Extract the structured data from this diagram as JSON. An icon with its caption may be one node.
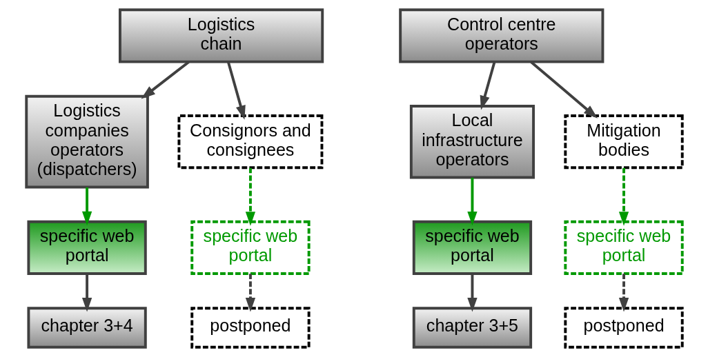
{
  "diagram": {
    "nodes": [
      {
        "text": [
          "Logistics chain"
        ]
      },
      {
        "text": [
          "Logistics companies operators (dispatchers)"
        ]
      },
      {
        "text": [
          "Consignors and consignees"
        ]
      },
      {
        "text": [
          "specific web portal"
        ]
      },
      {
        "text": [
          "specific web portal"
        ]
      },
      {
        "text": [
          "chapter 3+4"
        ]
      },
      {
        "text": [
          "postponed"
        ]
      },
      {
        "text": [
          "Control centre operators"
        ]
      },
      {
        "text": [
          "Local infrastructure operators"
        ]
      },
      {
        "text": [
          "Mitigation bodies"
        ]
      },
      {
        "text": [
          "specific web portal"
        ]
      },
      {
        "text": [
          "specific web portal"
        ]
      },
      {
        "text": [
          "chapter 3+5"
        ]
      },
      {
        "text": [
          "postponed"
        ]
      }
    ],
    "edges": [
      {
        "from": 0,
        "to": 1,
        "arrow": "to"
      },
      {
        "from": 0,
        "to": 2,
        "arrow": "to"
      },
      {
        "from": 1,
        "to": 3,
        "arrow": "to",
        "color": "#009900"
      },
      {
        "from": 2,
        "to": 4,
        "arrow": "to",
        "style": "dashed",
        "color": "#009900"
      },
      {
        "from": 3,
        "to": 5,
        "arrow": "to"
      },
      {
        "from": 4,
        "to": 6,
        "arrow": "to",
        "style": "dashed"
      },
      {
        "from": 7,
        "to": 8,
        "arrow": "to"
      },
      {
        "from": 7,
        "to": 9,
        "arrow": "to"
      },
      {
        "from": 8,
        "to": 10,
        "arrow": "to",
        "color": "#009900"
      },
      {
        "from": 9,
        "to": 11,
        "arrow": "to",
        "style": "dashed",
        "color": "#009900"
      },
      {
        "from": 10,
        "to": 12,
        "arrow": "to"
      },
      {
        "from": 11,
        "to": 13,
        "arrow": "to",
        "style": "dashed"
      }
    ]
  }
}
